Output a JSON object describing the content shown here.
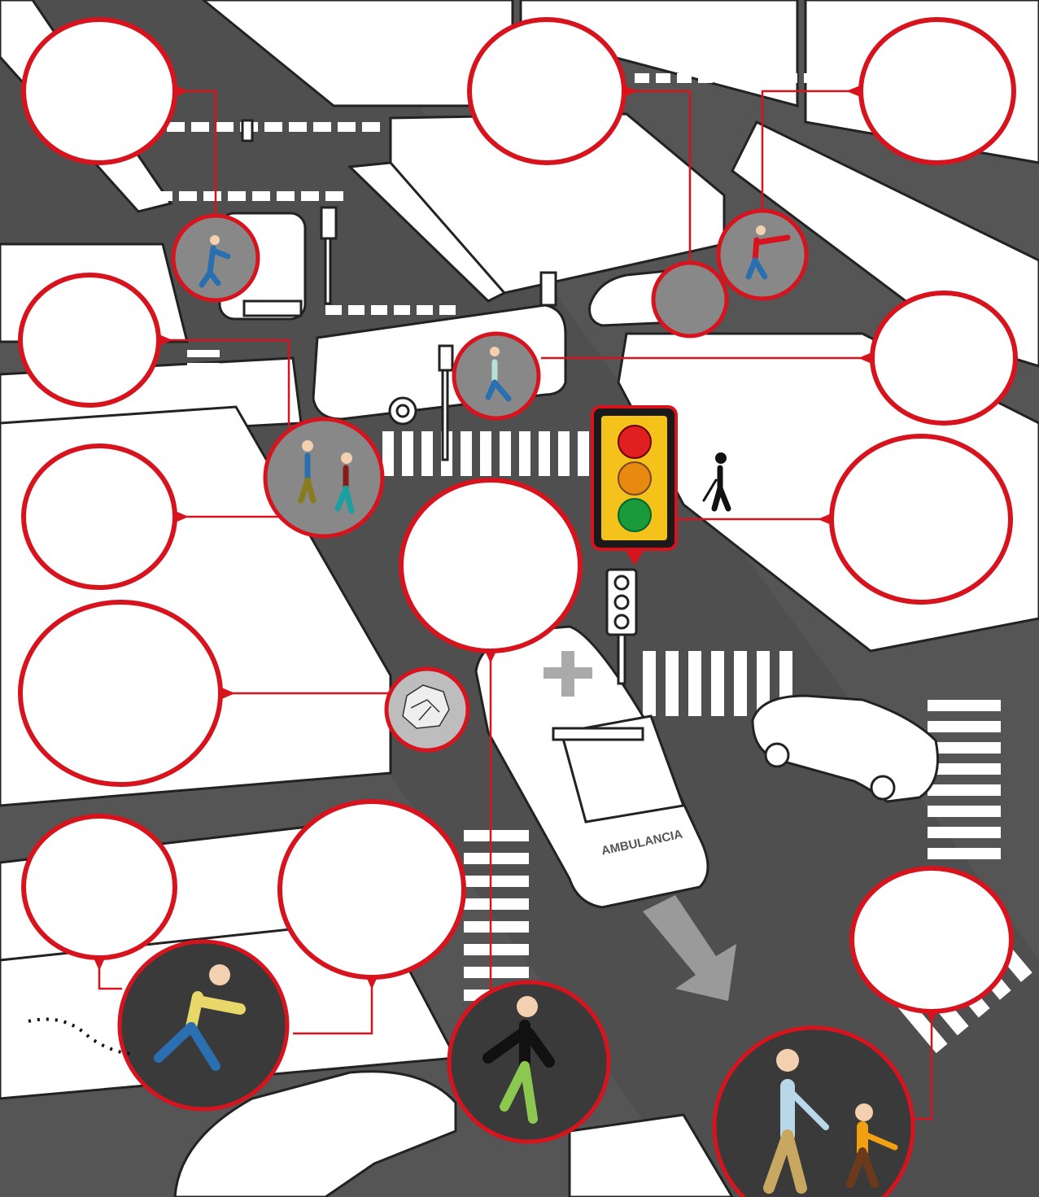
{
  "vehicles": {
    "ambulance_label": "AMBULANCIA"
  },
  "labels": [
    {
      "id": "top-left",
      "text": ""
    },
    {
      "id": "top-center",
      "text": ""
    },
    {
      "id": "top-right",
      "text": ""
    },
    {
      "id": "upper-left",
      "text": ""
    },
    {
      "id": "upper-right",
      "text": ""
    },
    {
      "id": "middle-left",
      "text": ""
    },
    {
      "id": "center",
      "text": ""
    },
    {
      "id": "middle-right",
      "text": ""
    },
    {
      "id": "lower-left",
      "text": ""
    },
    {
      "id": "bottom-left-small",
      "text": ""
    },
    {
      "id": "bottom-center-large",
      "text": ""
    },
    {
      "id": "bottom-right",
      "text": ""
    }
  ],
  "colors": {
    "accent": "#d7131d",
    "road": "#555555",
    "sidewalk": "#ffffff",
    "dark": "#333333",
    "light_red": "#e02020",
    "light_amber": "#e88a10",
    "light_green": "#1a9a3a",
    "signal_housing": "#f4c21a"
  }
}
